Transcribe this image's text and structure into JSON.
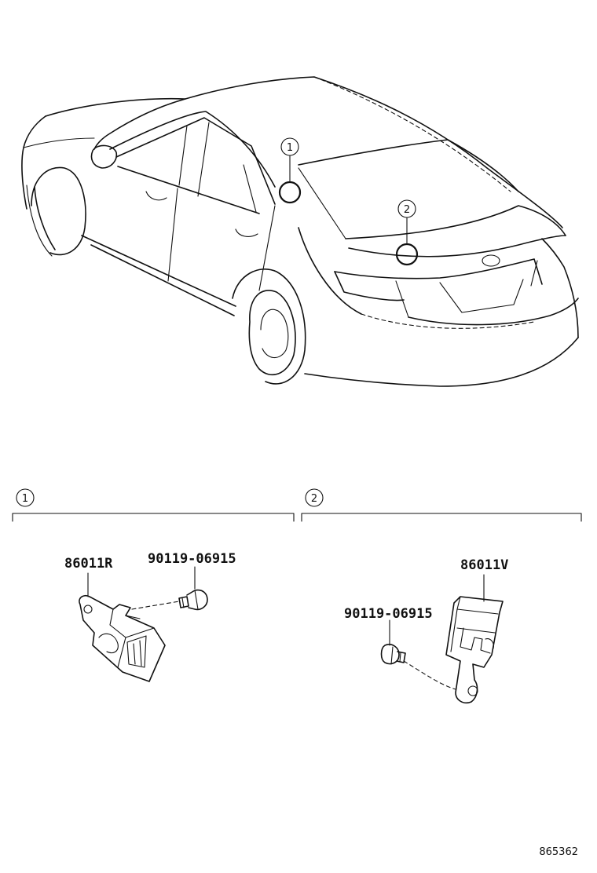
{
  "callouts": [
    {
      "id": "callout-1",
      "label": "1"
    },
    {
      "id": "callout-2",
      "label": "2"
    }
  ],
  "sections": [
    {
      "id": "section-1",
      "label": "1"
    },
    {
      "id": "section-2",
      "label": "2"
    }
  ],
  "parts": {
    "part_86011R": "86011R",
    "bolt_left": "90119-06915",
    "part_86011V": "86011V",
    "bolt_right": "90119-06915"
  },
  "reference_number": "865362"
}
